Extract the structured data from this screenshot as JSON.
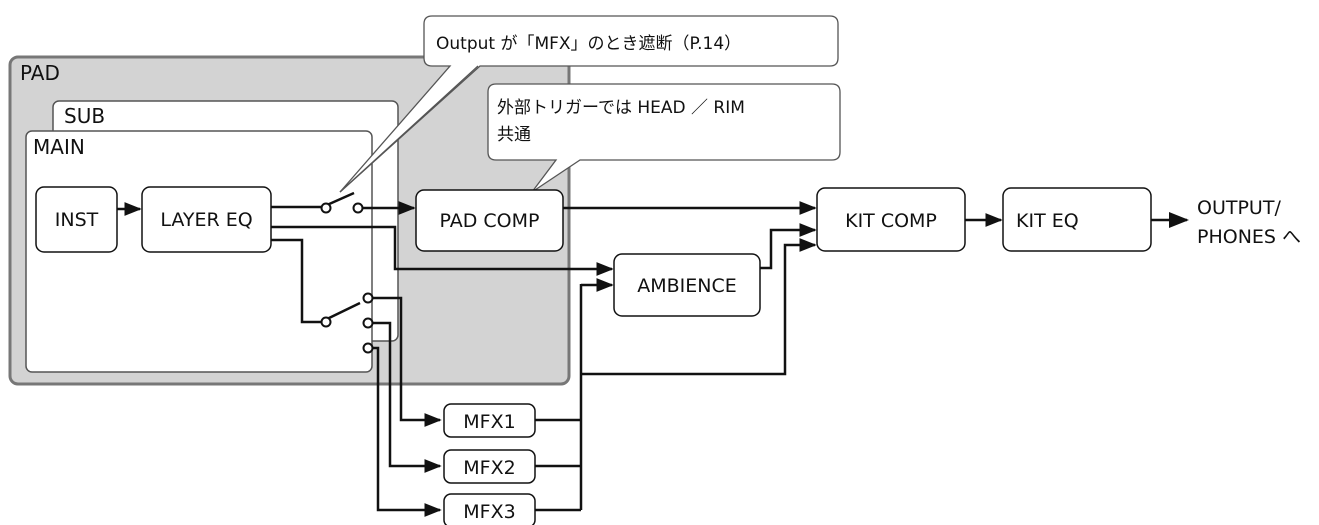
{
  "groups": {
    "pad": "PAD",
    "sub": "SUB",
    "main": "MAIN"
  },
  "blocks": {
    "inst": "INST",
    "layer_eq": "LAYER EQ",
    "pad_comp": "PAD COMP",
    "ambience": "AMBIENCE",
    "kit_comp": "KIT COMP",
    "kit_eq": "KIT EQ",
    "mfx1": "MFX1",
    "mfx2": "MFX2",
    "mfx3": "MFX3"
  },
  "output": {
    "line1": "OUTPUT/",
    "line2": "PHONES へ"
  },
  "callouts": {
    "mfx_note": "Output が「MFX」のとき遮断（P.14）",
    "trigger_note_line1": "外部トリガーでは HEAD ／ RIM",
    "trigger_note_line2": "共通"
  },
  "colors": {
    "pad_fill": "#d3d3d3",
    "pad_stroke": "#777777",
    "line": "#111111",
    "box_fill": "#ffffff"
  }
}
